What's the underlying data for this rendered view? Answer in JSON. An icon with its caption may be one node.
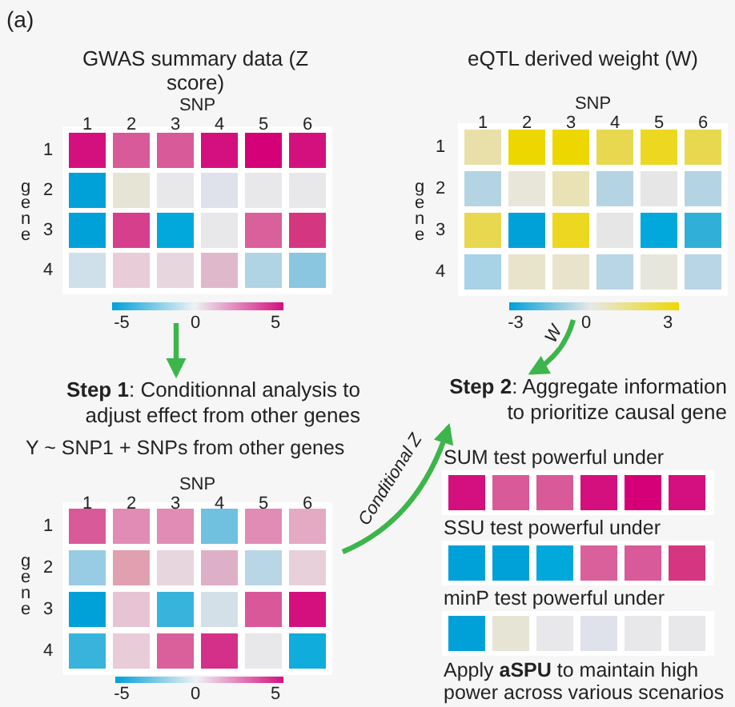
{
  "diagram": {
    "nodes": [
      {
        "text": [
          "GWAS summary data (Z score)"
        ]
      },
      {
        "text": [
          "eQTL derived weight (W)"
        ]
      },
      {
        "text": [
          "**Step 1**: Conditionnal analysis to adjust effect from other genes"
        ]
      },
      {
        "text": [],
        "shape": "picture"
      },
      {
        "text": [
          "**Step 2**: Aggregate information to prioritize causal gene"
        ]
      }
    ],
    "edges": [
      {
        "from": 0,
        "to": 2,
        "arrow": "to"
      },
      {
        "from": 1,
        "to": 4,
        "arrow": "to",
        "label": "W"
      },
      {
        "from": 3,
        "to": 4,
        "arrow": "to",
        "label": "Conditional Z"
      }
    ],
    "labels": [
      "(a)",
      "SNP",
      "1",
      "2",
      "3",
      "4",
      "5",
      "6",
      "gene",
      "1",
      "2",
      "3",
      "4",
      "-5",
      "0",
      "5",
      "SNP",
      "1",
      "2",
      "3",
      "4",
      "5",
      "6",
      "gene",
      "1",
      "2",
      "3",
      "4",
      "-3",
      "0",
      "3",
      "Y ~ SNP1 + SNPs from other genes",
      "SNP",
      "1",
      "2",
      "3",
      "4",
      "5",
      "6",
      "gene",
      "1",
      "2",
      "3",
      "4",
      "-5",
      "0",
      "5",
      "SUM test powerful under",
      "SSU test powerful under",
      "minP test powerful under",
      "Apply **aSPU** to maintain high power across various scenarios"
    ]
  }
}
